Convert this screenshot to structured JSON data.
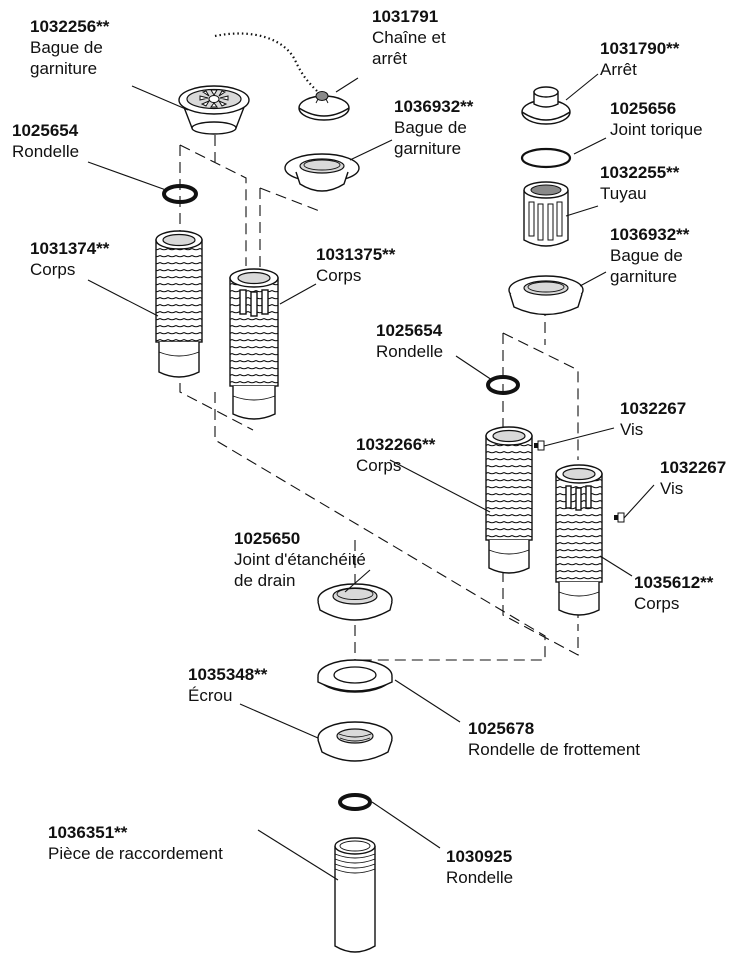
{
  "labels": {
    "p1032256": {
      "number": "1032256**",
      "name": "Bague de\ngarniture"
    },
    "p1031791": {
      "number": "1031791",
      "name": "Chaîne et\narrêt"
    },
    "p1031790": {
      "number": "1031790**",
      "name": "Arrêt"
    },
    "p1036932a": {
      "number": "1036932**",
      "name": "Bague de\ngarniture"
    },
    "p1025656": {
      "number": "1025656",
      "name": "Joint torique"
    },
    "p1025654a": {
      "number": "1025654",
      "name": "Rondelle"
    },
    "p1032255": {
      "number": "1032255**",
      "name": "Tuyau"
    },
    "p1036932b": {
      "number": "1036932**",
      "name": "Bague de\ngarniture"
    },
    "p1031374": {
      "number": "1031374**",
      "name": "Corps"
    },
    "p1031375": {
      "number": "1031375**",
      "name": "Corps"
    },
    "p1025654b": {
      "number": "1025654",
      "name": "Rondelle"
    },
    "p1032267a": {
      "number": "1032267",
      "name": "Vis"
    },
    "p1032266": {
      "number": "1032266**",
      "name": "Corps"
    },
    "p1032267b": {
      "number": "1032267",
      "name": "Vis"
    },
    "p1025650": {
      "number": "1025650",
      "name": "Joint d'étanchéité\nde drain"
    },
    "p1035612": {
      "number": "1035612**",
      "name": "Corps"
    },
    "p1035348": {
      "number": "1035348**",
      "name": "Écrou"
    },
    "p1025678": {
      "number": "1025678",
      "name": "Rondelle de frottement"
    },
    "p1036351": {
      "number": "1036351**",
      "name": "Pièce de raccordement"
    },
    "p1030925": {
      "number": "1030925",
      "name": "Rondelle"
    }
  }
}
